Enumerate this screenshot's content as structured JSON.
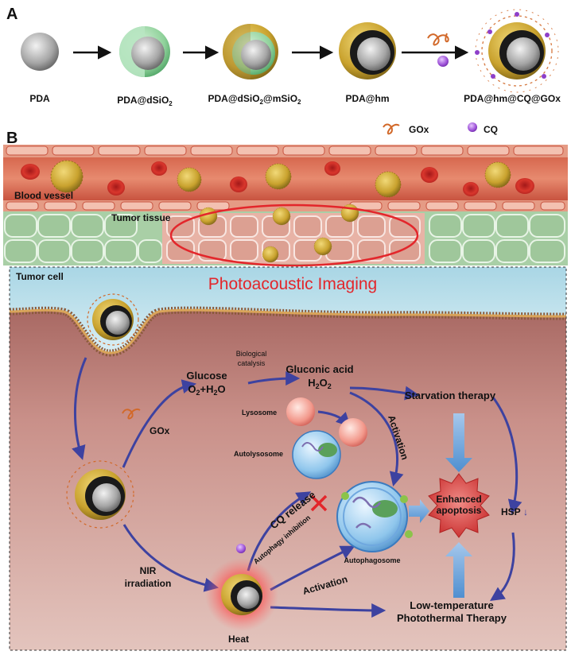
{
  "panel_a": {
    "letter": "A",
    "stages": [
      {
        "pre": "PDA",
        "sub": "",
        "post": ""
      },
      {
        "pre": "PDA@dSiO",
        "sub": "2",
        "post": ""
      },
      {
        "pre": "PDA@dSiO",
        "sub": "2",
        "post": "@mSiO"
      },
      {
        "pre": "PDA@hm",
        "sub": "",
        "post": ""
      },
      {
        "pre": "PDA@hm@CQ@GOx",
        "sub": "",
        "post": ""
      }
    ],
    "stage3_sub2": "2",
    "legend": {
      "gox": "GOx",
      "cq": "CQ"
    }
  },
  "panel_b": {
    "letter": "B",
    "blood_vessel": "Blood vessel",
    "tumor_tissue": "Tumor tissue",
    "tumor_cell": "Tumor cell",
    "imaging": "Photoacoustic Imaging",
    "biological_catalysis_1": "Biological",
    "biological_catalysis_2": "catalysis",
    "glucose": "Glucose",
    "o2h2o": {
      "a": "O",
      "s1": "2",
      "b": "+H",
      "s2": "2",
      "c": "O"
    },
    "gluconic": "Gluconic acid",
    "h2o2": {
      "a": "H",
      "s1": "2",
      "b": "O",
      "s2": "2"
    },
    "starvation": "Starvation therapy",
    "gox_label": "GOx",
    "lysosome": "Lysosome",
    "autolysosome": "Autolysosome",
    "activation_top": "Activation",
    "cq_release": "CQ release",
    "autophagy_inhibition": "Autophagy inhibition",
    "enhanced_1": "Enhanced",
    "enhanced_2": "apoptosis",
    "hsp": "HSP",
    "hsp_arrow": "↓",
    "autophagosome": "Autophagosome",
    "nir_1": "NIR",
    "nir_2": "irradiation",
    "activation_bottom": "Activation",
    "heat": "Heat",
    "lowtemp_1": "Low-temperature",
    "lowtemp_2": "Photothermal Therapy"
  },
  "colors": {
    "vessel": "#c8533f",
    "tissue_green": "#a9cfa6",
    "tumor_pink": "#e8b3a6",
    "cytoplasm": "#b6716b",
    "extracellular": "#bfe1ea",
    "arrow_blue": "#4a4fa8",
    "highlight_red": "#e3262b",
    "shell_gold": "#c9a22e"
  }
}
